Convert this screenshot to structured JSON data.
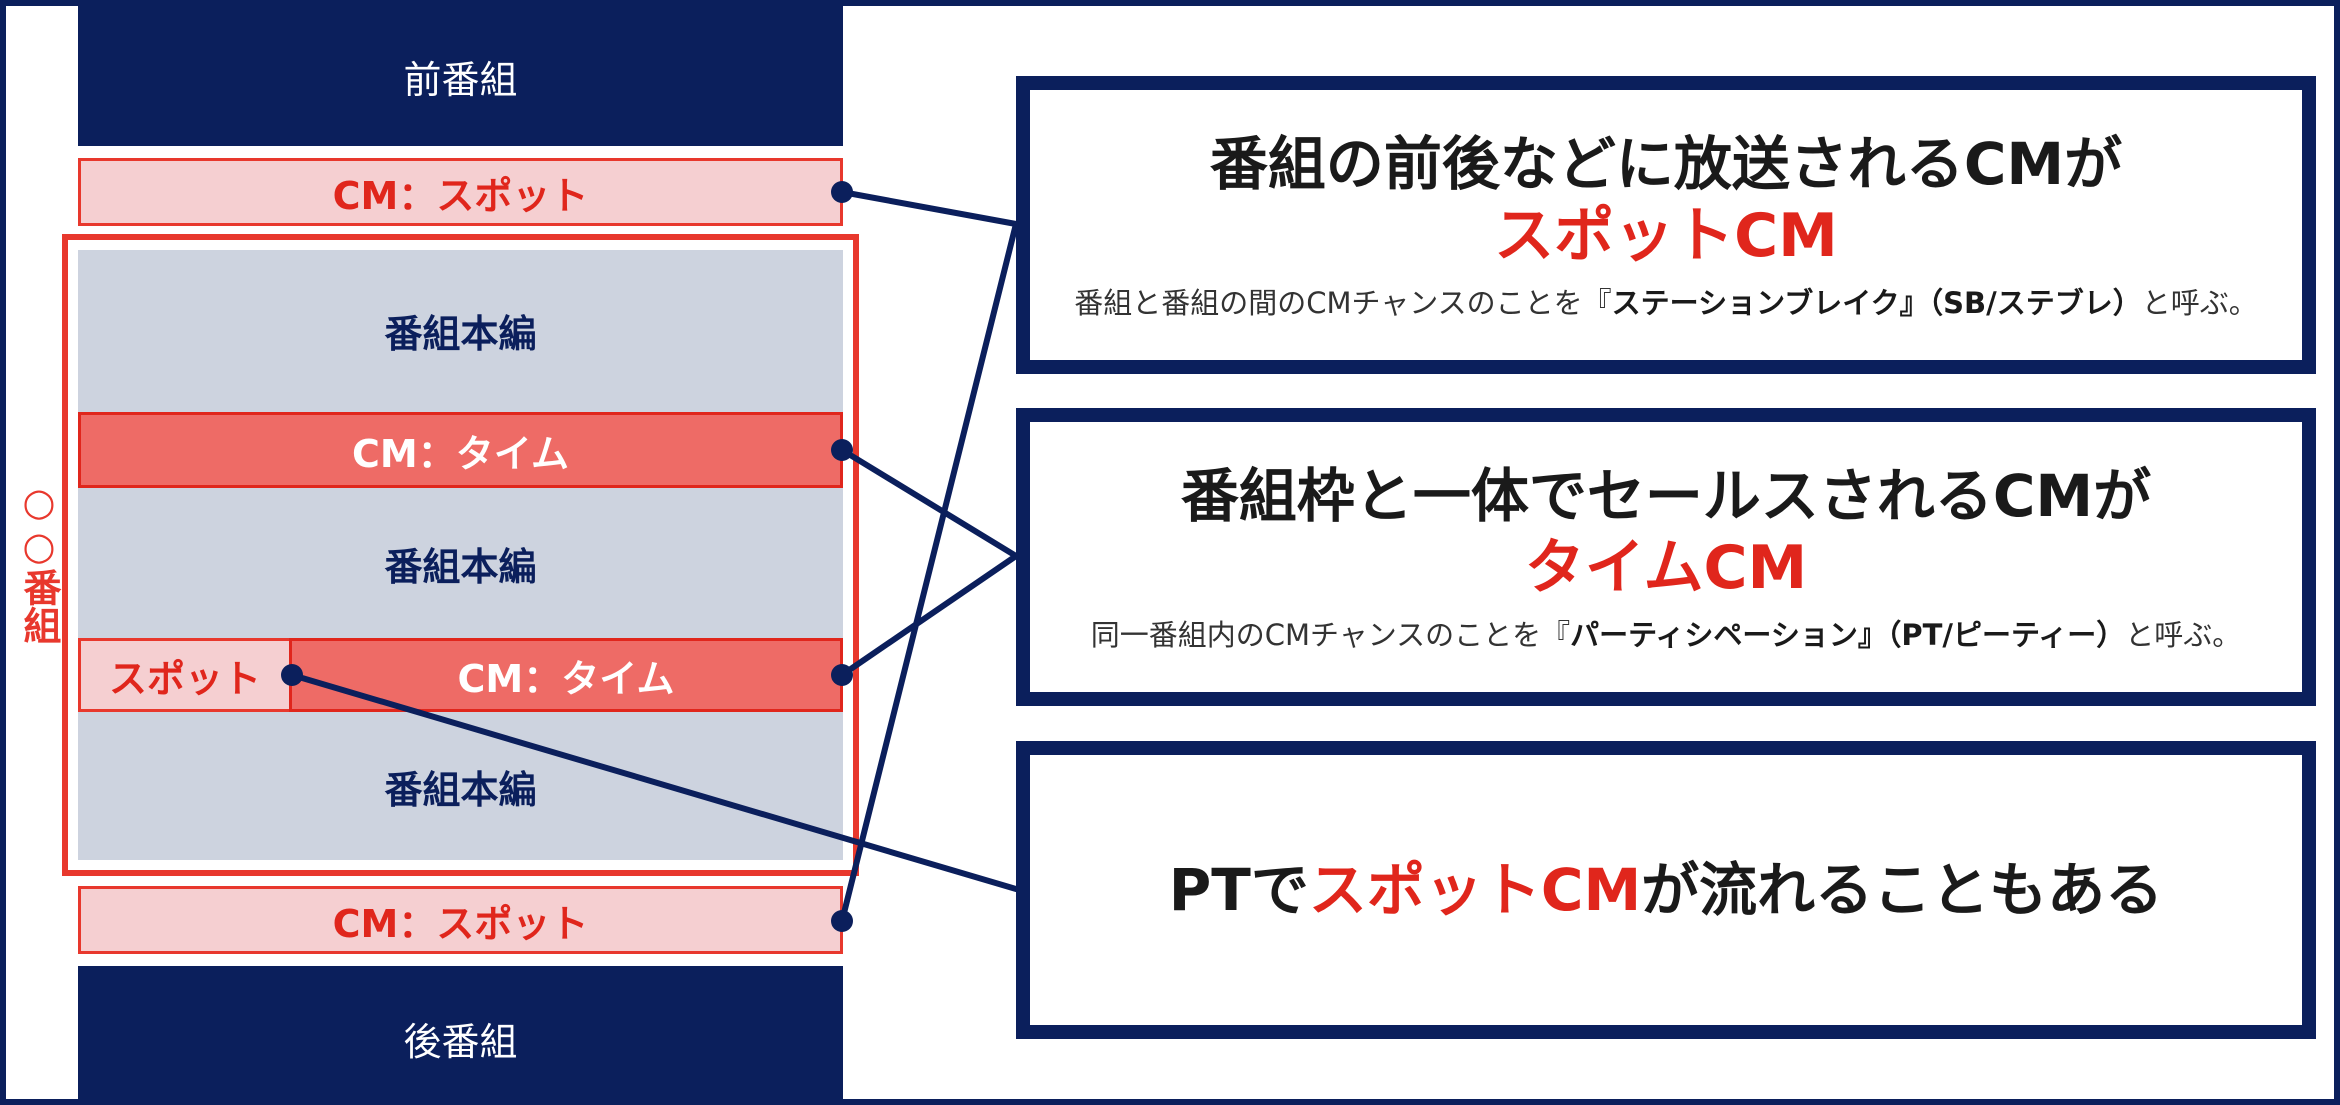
{
  "colors": {
    "navy": "#0b1f5c",
    "red": "#e0261c",
    "spot_fill": "#f5cfd1",
    "time_fill": "#ee6b66",
    "body_fill": "#cdd3df"
  },
  "left": {
    "prev_program": "前番組",
    "cm_spot_top": "CM：スポット",
    "program_label": "○○番組",
    "body1": "番組本編",
    "cm_time_1": "CM：タイム",
    "body2": "番組本編",
    "spot_small": "スポット",
    "cm_time_2": "CM：タイム",
    "body3": "番組本編",
    "cm_spot_bottom": "CM：スポット",
    "next_program": "後番組"
  },
  "box1": {
    "headline": "番組の前後などに放送されるCMが",
    "accent": "スポットCM",
    "desc_pre": "番組と番組の間のCMチャンスのことを『",
    "desc_bold": "ステーションブレイク』（SB/ステブレ）",
    "desc_post": "と呼ぶ。"
  },
  "box2": {
    "headline": "番組枠と一体でセールスされるCMが",
    "accent": "タイムCM",
    "desc_pre": "同一番組内のCMチャンスのことを『",
    "desc_bold": "パーティシペーション』（PT/ピーティー）",
    "desc_post": "と呼ぶ。"
  },
  "box3": {
    "pre": "PTで",
    "accent": "スポットCM",
    "post": "が流れることもある"
  }
}
